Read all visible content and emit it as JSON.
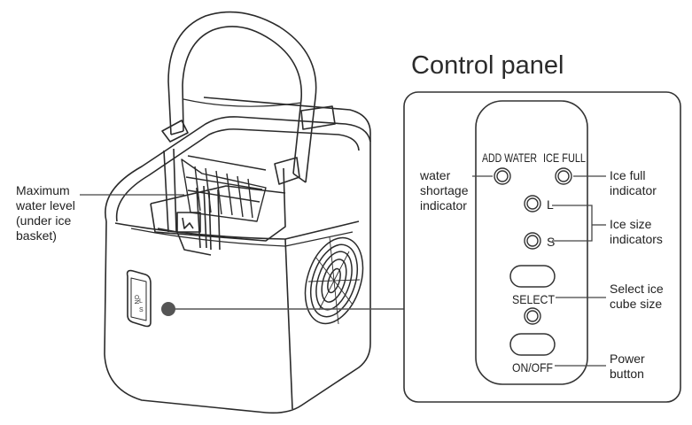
{
  "title": "Control panel",
  "left_callout": [
    "Maximum",
    "water level",
    "(under ice",
    "basket)"
  ],
  "panel_labels": {
    "add_water": "ADD WATER",
    "ice_full": "ICE FULL",
    "large": "L",
    "small": "S",
    "select": "SELECT",
    "on_off": "ON/OFF"
  },
  "callouts": {
    "water_shortage": [
      "water",
      "shortage",
      "indicator"
    ],
    "ice_full": [
      "Ice full",
      "indicator"
    ],
    "ice_size": [
      "Ice size",
      "indicators"
    ],
    "select_size": [
      "Select ice",
      "cube size"
    ],
    "power": [
      "Power",
      "button"
    ]
  },
  "device_panel_marks": [
    "ON",
    "L",
    "S"
  ],
  "colors": {
    "line": "#2a2a2a",
    "callout_line": "#555555",
    "panel_border": "#333333"
  }
}
